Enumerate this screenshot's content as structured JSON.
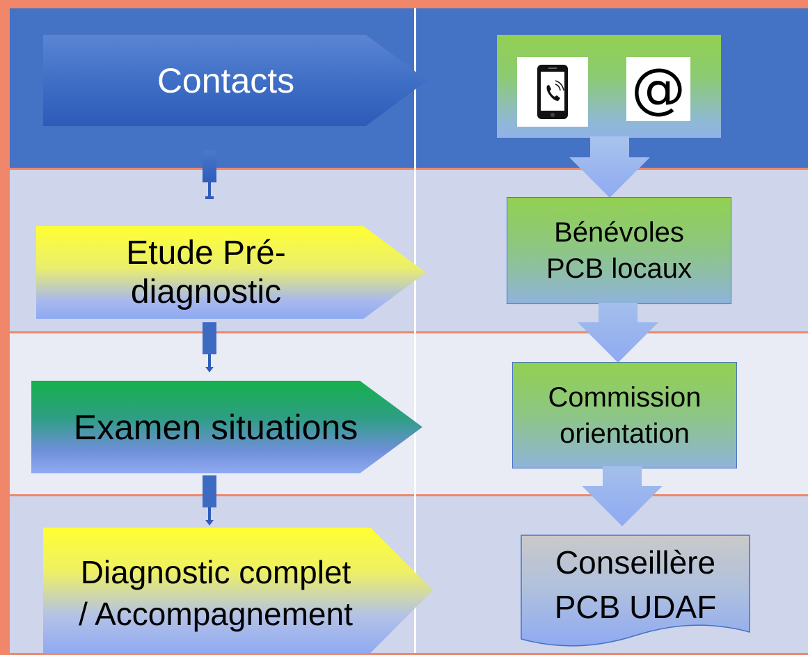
{
  "left_steps": [
    {
      "label": "Contacts"
    },
    {
      "label_line1": "Etude Pré-",
      "label_line2": "diagnostic"
    },
    {
      "label": "Examen situations"
    },
    {
      "label_line1": "Diagnostic complet",
      "label_line2": "/ Accompagnement"
    }
  ],
  "right_boxes": {
    "contact_icons": [
      "phone-icon",
      "at-sign-icon"
    ],
    "at_symbol": "@",
    "benevoles": {
      "line1": "Bénévoles",
      "line2": "PCB locaux"
    },
    "commission": {
      "line1": "Commission",
      "line2": "orientation"
    },
    "conseillere": {
      "line1": "Conseillère",
      "line2": "PCB UDAF"
    }
  },
  "colors": {
    "background_border": "#F0876A",
    "row_header": "#4472C4",
    "row_band_dark": "#CFD5EA",
    "row_band_light": "#E9EBF5",
    "yellow": "#FFFF33",
    "green": "#1EB354",
    "light_blue": "#8FAADC",
    "box_green": "#92D050"
  }
}
